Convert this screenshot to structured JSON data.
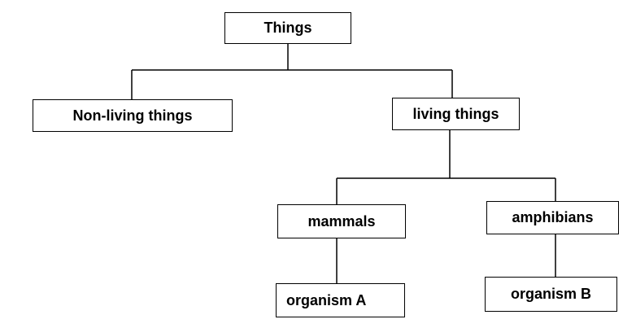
{
  "diagram": {
    "root": "Things",
    "nonliving": "Non-living things",
    "living": "living things",
    "mammals": "mammals",
    "amphibians": "amphibians",
    "organism_a": "organism A",
    "organism_b": "organism B"
  },
  "style": {
    "line_color": "#000000",
    "box_border": "#000000",
    "background": "#ffffff"
  }
}
